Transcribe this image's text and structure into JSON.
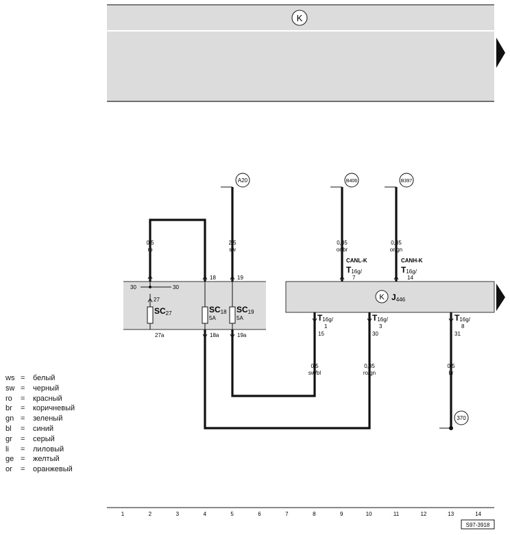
{
  "header": {
    "symbol": "K"
  },
  "connectors": {
    "top": [
      {
        "id": "A20"
      },
      {
        "id": "B406"
      },
      {
        "id": "B397"
      }
    ],
    "bottom": [
      {
        "id": "370"
      }
    ]
  },
  "wires": {
    "w_ro": {
      "size": "0,5",
      "color": "ro"
    },
    "w_sw": {
      "size": "2,5",
      "color": "sw"
    },
    "w_orbr": {
      "size": "0,35",
      "color": "or/br"
    },
    "w_organ": {
      "size": "0,35",
      "color": "or/gn"
    },
    "w_swbl": {
      "size": "0,5",
      "color": "sw/bl"
    },
    "w_rogn": {
      "size": "0,35",
      "color": "ro/gn"
    },
    "w_br": {
      "size": "0,5",
      "color": "br"
    }
  },
  "fuse_panel": {
    "fuses": [
      {
        "name": "SC",
        "num": "27",
        "rating": "",
        "pin_in": "27",
        "pin_out": "27a"
      },
      {
        "name": "SC",
        "num": "18",
        "rating": "5A",
        "pin_in": "18",
        "pin_out": "18a"
      },
      {
        "name": "SC",
        "num": "19",
        "rating": "5A",
        "pin_in": "19",
        "pin_out": "19a"
      }
    ],
    "bus_left": "30",
    "bus_right": "30"
  },
  "module": {
    "symbol": "K",
    "name": "J",
    "num": "446",
    "pins_top": [
      {
        "signal": "CANL-K",
        "conn": "T",
        "conn_sub": "16g/",
        "pin": "7"
      },
      {
        "signal": "CANH-K",
        "conn": "T",
        "conn_sub": "16g/",
        "pin": "14"
      }
    ],
    "pins_bottom": [
      {
        "conn": "T",
        "conn_sub": "16g/",
        "pin": "1",
        "ext": "15"
      },
      {
        "conn": "T",
        "conn_sub": "16g/",
        "pin": "3",
        "ext": "30"
      },
      {
        "conn": "T",
        "conn_sub": "16g/",
        "pin": "8",
        "ext": "31"
      }
    ]
  },
  "legend": [
    {
      "code": "ws",
      "eq": "=",
      "name": "белый"
    },
    {
      "code": "sw",
      "eq": "=",
      "name": "черный"
    },
    {
      "code": "ro",
      "eq": "=",
      "name": "красный"
    },
    {
      "code": "br",
      "eq": "=",
      "name": "коричневый"
    },
    {
      "code": "gn",
      "eq": "=",
      "name": "зеленый"
    },
    {
      "code": "bl",
      "eq": "=",
      "name": "синий"
    },
    {
      "code": "gr",
      "eq": "=",
      "name": "серый"
    },
    {
      "code": "li",
      "eq": "=",
      "name": "лиловый"
    },
    {
      "code": "ge",
      "eq": "=",
      "name": "желтый"
    },
    {
      "code": "or",
      "eq": "=",
      "name": "оранжевый"
    }
  ],
  "ruler": [
    "1",
    "2",
    "3",
    "4",
    "5",
    "6",
    "7",
    "8",
    "9",
    "10",
    "11",
    "12",
    "13",
    "14"
  ],
  "figure_id": "S97-3918"
}
